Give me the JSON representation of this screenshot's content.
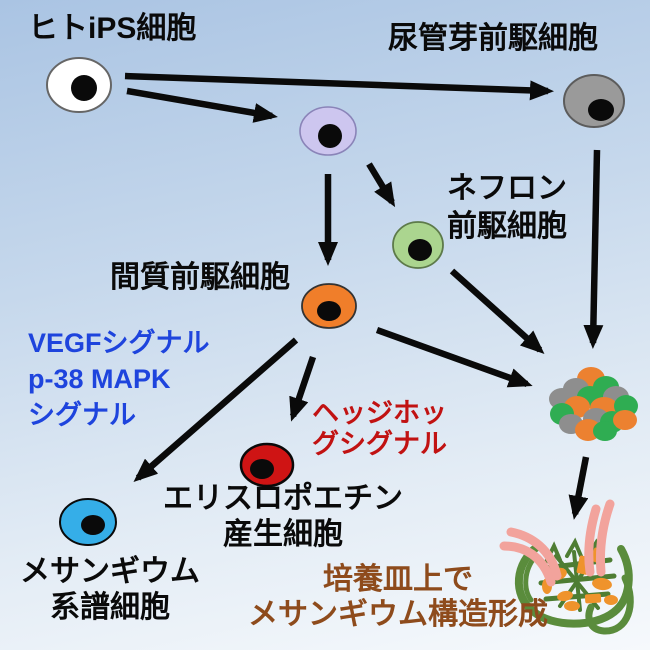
{
  "palette": {
    "background_top": "#aac4e3",
    "background_bottom": "#f6f9fc",
    "arrow": "#0a0a0a",
    "ips_cell": "#ffffff",
    "intermediate_cell": "#cdc6ef",
    "ureteric_cell": "#9a9a9a",
    "nephron_cell": "#abd58f",
    "interstitial_cell": "#f07e2a",
    "epo_cell": "#cf1414",
    "mesangium_cell": "#35aee8",
    "nucleus": "#0a0a0a",
    "cluster_orange": "#ec8130",
    "cluster_green": "#2fad52",
    "cluster_gray": "#8e8e8e",
    "signal_blue_text": "#1e44dd",
    "signal_red_text": "#c11212",
    "culture_brown_text": "#8e4b1c",
    "glomerulus_green": "#5a8c3c",
    "glomerulus_dark_green": "#4e7d33",
    "glomerulus_pink": "#f2a39c",
    "glomerulus_orange": "#ef932c"
  },
  "labels": {
    "ips": "ヒトiPS細胞",
    "ureteric_bud": "尿管芽前駆細胞",
    "nephron": [
      "ネフロン",
      "前駆細胞"
    ],
    "interstitial": "間質前駆細胞",
    "vegf_signal": [
      "VEGFシグナル",
      "p-38 MAPK",
      "シグナル"
    ],
    "hedgehog_signal": [
      "ヘッジホッ",
      "グシグナル"
    ],
    "erythropoietin": [
      "エリスロポエチン",
      "産生細胞"
    ],
    "mesangium": [
      "メサンギウム",
      "系譜細胞"
    ],
    "culture": [
      "培養皿上で",
      "メサンギウム構造形成"
    ]
  }
}
